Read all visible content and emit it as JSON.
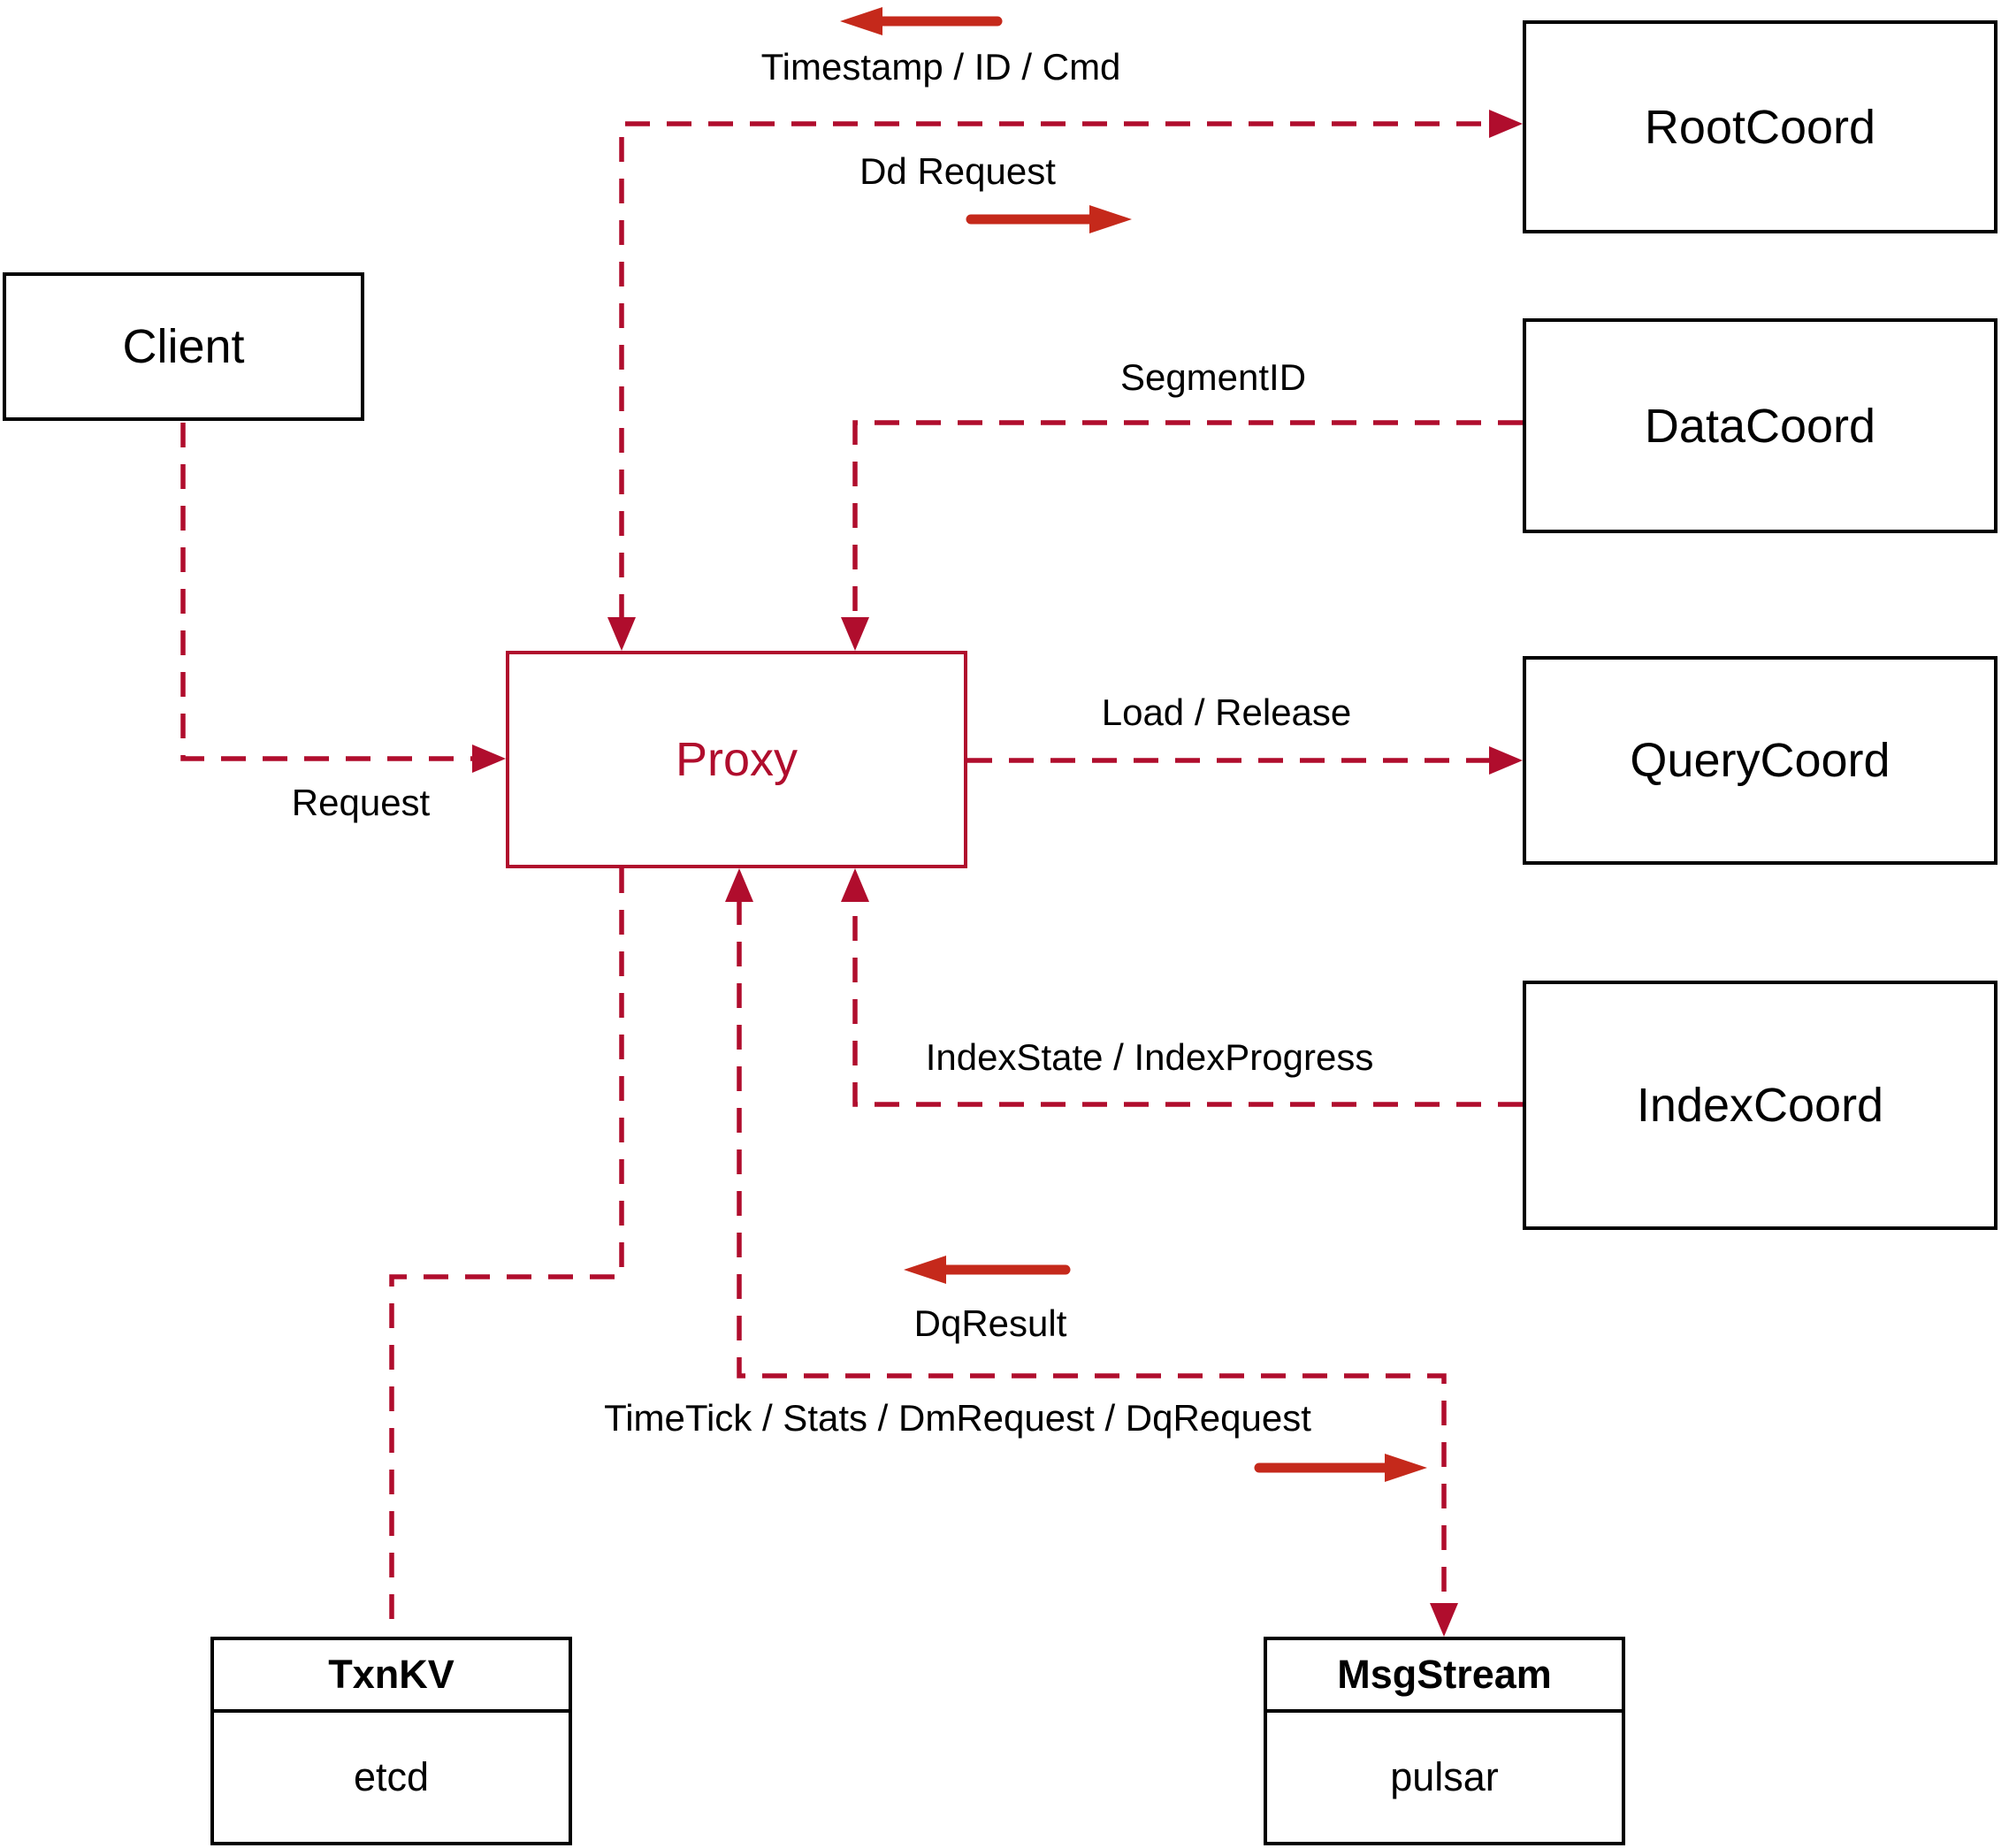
{
  "colors": {
    "dashed": "#b00d2d",
    "solid": "#c5291b",
    "border": "#000000",
    "text": "#000000",
    "bg": "#ffffff"
  },
  "nodes": {
    "client": {
      "label": "Client"
    },
    "proxy": {
      "label": "Proxy"
    },
    "rootcoord": {
      "label": "RootCoord"
    },
    "datacoord": {
      "label": "DataCoord"
    },
    "querycoord": {
      "label": "QueryCoord"
    },
    "indexcoord": {
      "label": "IndexCoord"
    },
    "txnkv": {
      "title": "TxnKV",
      "subtitle": "etcd"
    },
    "msgstream": {
      "title": "MsgStream",
      "subtitle": "pulsar"
    }
  },
  "edges": {
    "root_up": "Timestamp / ID / Cmd",
    "root_down": "Dd Request",
    "segment": "SegmentID",
    "load": "Load / Release",
    "request": "Request",
    "index": "IndexState / IndexProgress",
    "dq_result": "DqResult",
    "timetick": "TimeTick / Stats / DmRequest / DqRequest"
  }
}
